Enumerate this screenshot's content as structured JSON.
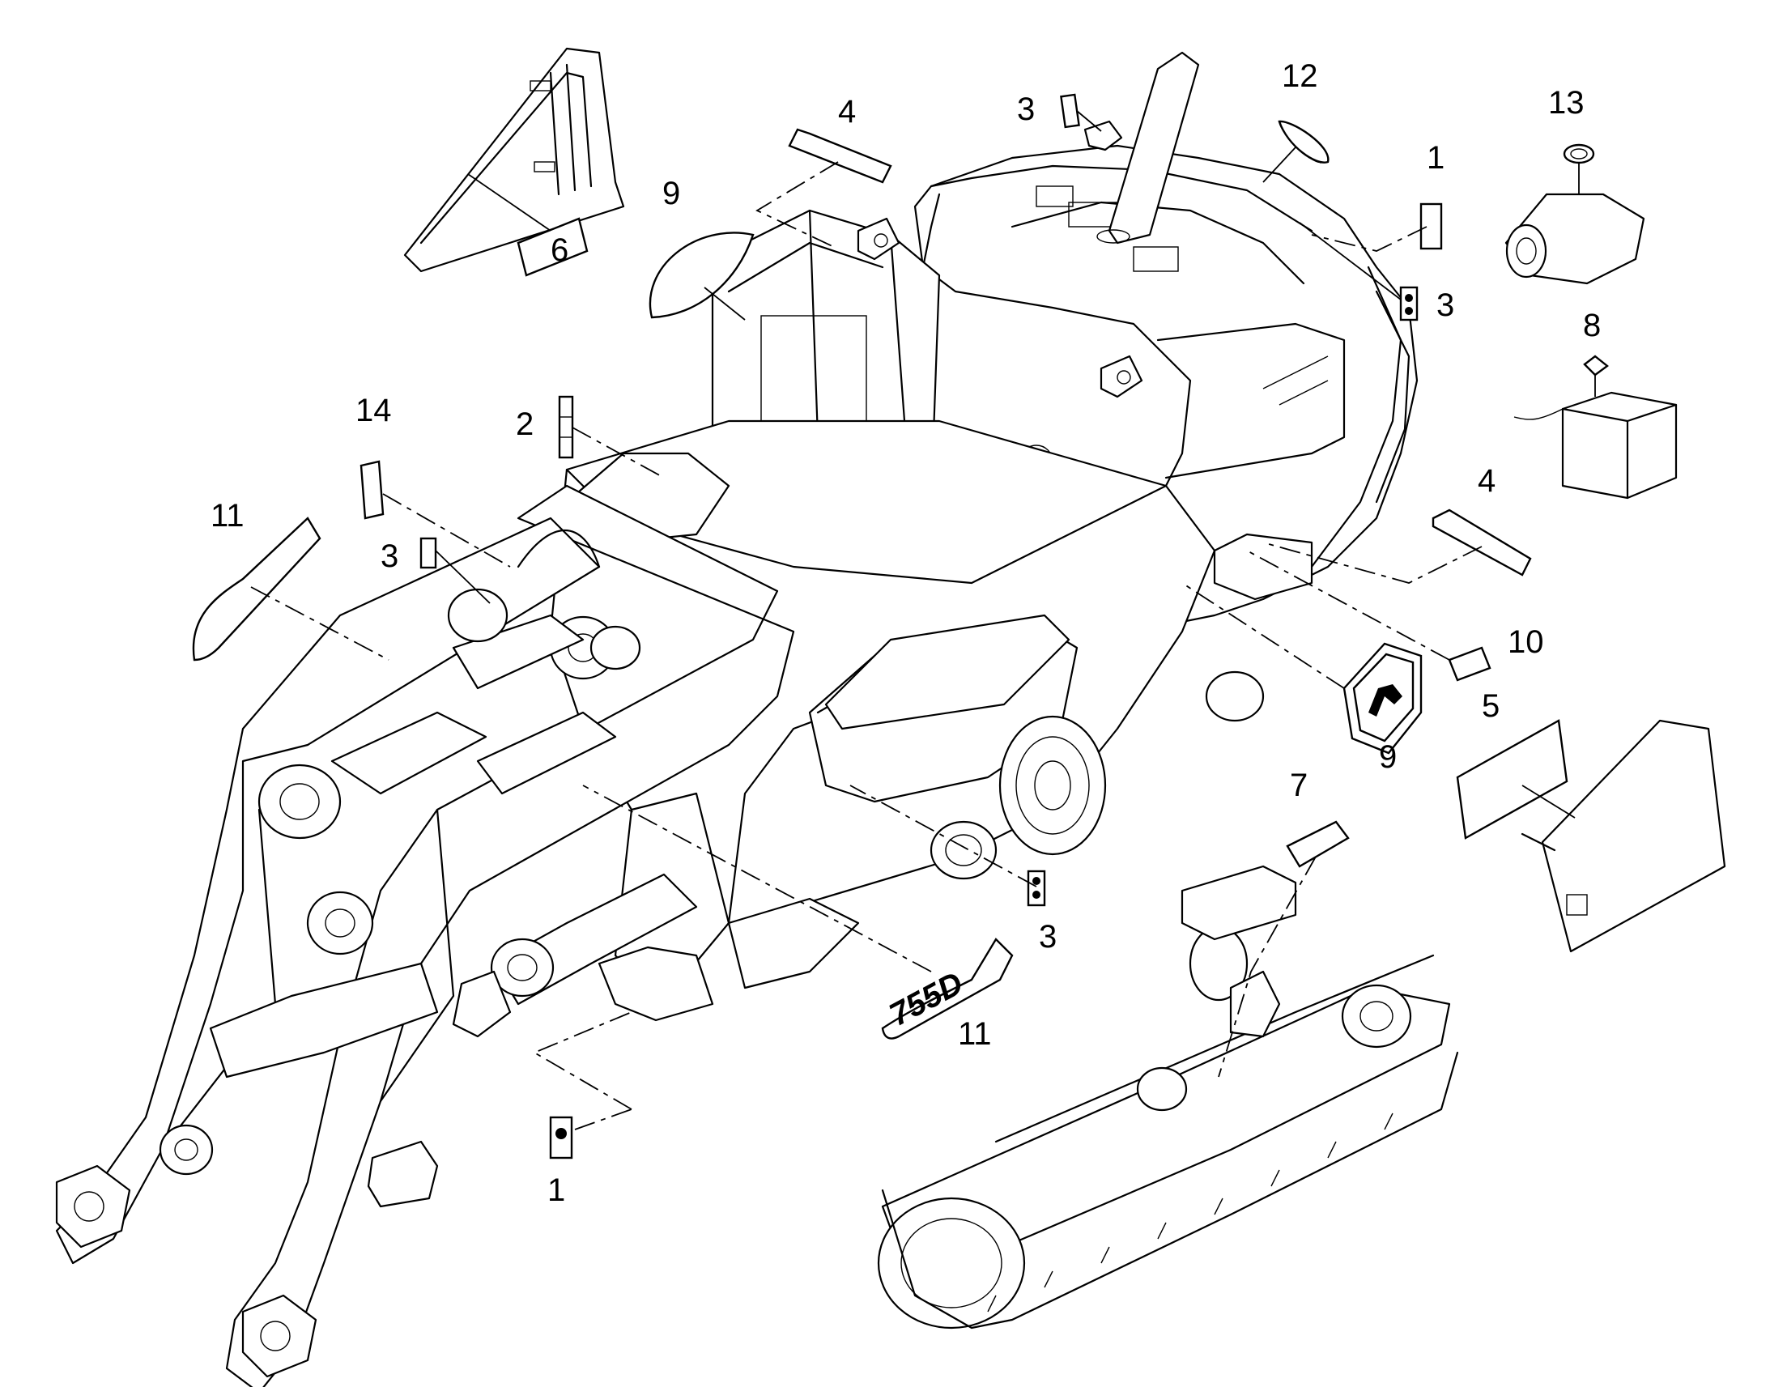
{
  "diagram": {
    "callouts": [
      {
        "id": "c1-top",
        "label": "1"
      },
      {
        "id": "c1-bottom",
        "label": "1"
      },
      {
        "id": "c2",
        "label": "2"
      },
      {
        "id": "c3-top",
        "label": "3"
      },
      {
        "id": "c3-right",
        "label": "3"
      },
      {
        "id": "c3-left",
        "label": "3"
      },
      {
        "id": "c3-center",
        "label": "3"
      },
      {
        "id": "c4-top",
        "label": "4"
      },
      {
        "id": "c4-right",
        "label": "4"
      },
      {
        "id": "c5",
        "label": "5"
      },
      {
        "id": "c6",
        "label": "6"
      },
      {
        "id": "c7",
        "label": "7"
      },
      {
        "id": "c8",
        "label": "8"
      },
      {
        "id": "c9-left",
        "label": "9"
      },
      {
        "id": "c9-logo",
        "label": "9"
      },
      {
        "id": "c10",
        "label": "10"
      },
      {
        "id": "c11-left",
        "label": "11"
      },
      {
        "id": "c11-bottom",
        "label": "11"
      },
      {
        "id": "c12",
        "label": "12"
      },
      {
        "id": "c13",
        "label": "13"
      },
      {
        "id": "c14",
        "label": "14"
      }
    ],
    "model_decal_text": "755D"
  }
}
